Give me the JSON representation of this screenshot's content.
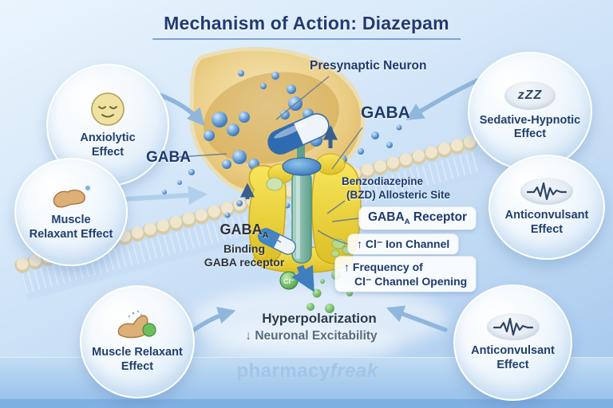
{
  "title": "Mechanism of Action: Diazepam",
  "bubbles": {
    "anxiolytic": {
      "line1": "Anxiolytic",
      "line2": "Effect"
    },
    "muscle_relaxant_left": {
      "line1": "Muscle",
      "line2": "Relaxant Effect"
    },
    "muscle_relaxant_bottom": {
      "line1": "Muscle Relaxant",
      "line2": "Effect"
    },
    "sedative_hypnotic": {
      "line1": "Sedative-Hypnotic",
      "line2": "Effect",
      "icon_text": "zZZ"
    },
    "anticonvulsant_right": {
      "line1": "Anticonvulsant",
      "line2": "Effect"
    },
    "anticonvulsant_bottom": {
      "line1": "Anticonvulsant",
      "line2": "Effect"
    }
  },
  "diagram_labels": {
    "presynaptic_neuron": "Presynaptic Neuron",
    "gaba_upper": "GABA",
    "gaba_left": "GABA",
    "bzd_line1": "Benzodiazepine",
    "bzd_line2": "(BZD) Allosteric Site",
    "gabaa_receptor": {
      "pre": "GABA",
      "sub": "A",
      "post": " Receptor"
    },
    "cl_ion_channel": "↑ Cl⁻ Ion Channel",
    "frequency_line1": "↑ Frequency of",
    "frequency_line2": "Cl⁻ Channel Opening",
    "gaba_binding": {
      "pre": "GABA",
      "sub": "A",
      "line2": "Binding",
      "line3": "GABA receptor"
    },
    "hyperpolarization": "Hyperpolarization",
    "neuronal_excitability": "↓ Neuronal Excitability",
    "cl_ion": "Cl⁻"
  },
  "watermark": {
    "part1": "pharmacy",
    "part2": "freak"
  },
  "colors": {
    "title_navy": "#203b72",
    "label_navy": "#1e3a6e",
    "receptor_yellow": "#eed63c",
    "channel_teal": "#5f9f8d",
    "ion_green": "#4f9f46",
    "neuron_tan": "#e2bd6a",
    "arrow_blue": "#8fb6dc",
    "watermark_blue": "#a2c5e8"
  }
}
